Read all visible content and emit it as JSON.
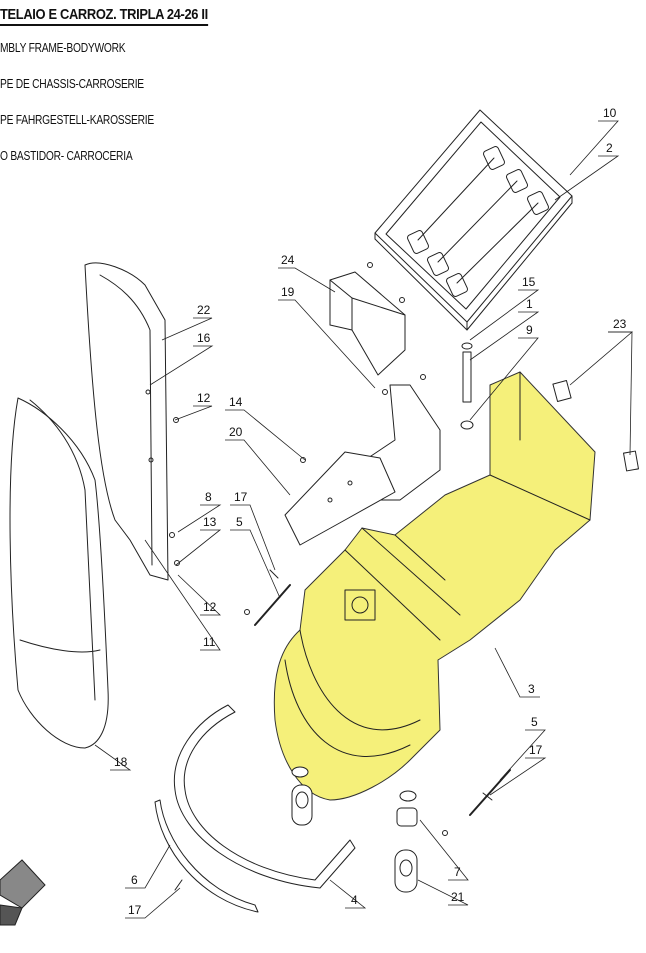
{
  "header": {
    "title": "TELAIO E CARROZ. TRIPLA 24-26 II",
    "lines": [
      "MBLY FRAME-BODYWORK",
      "PE DE CHASSIS-CARROSERIE",
      "PE FAHRGESTELL-KAROSSERIE",
      "O BASTIDOR- CARROCERIA"
    ]
  },
  "highlight_color": "#f5f07a",
  "callouts": [
    {
      "id": "c10",
      "num": "10"
    },
    {
      "id": "c2",
      "num": "2"
    },
    {
      "id": "c24",
      "num": "24"
    },
    {
      "id": "c19",
      "num": "19"
    },
    {
      "id": "c15",
      "num": "15"
    },
    {
      "id": "c1",
      "num": "1"
    },
    {
      "id": "c9",
      "num": "9"
    },
    {
      "id": "c23",
      "num": "23"
    },
    {
      "id": "c22",
      "num": "22"
    },
    {
      "id": "c16",
      "num": "16"
    },
    {
      "id": "c12a",
      "num": "12"
    },
    {
      "id": "c14",
      "num": "14"
    },
    {
      "id": "c20",
      "num": "20"
    },
    {
      "id": "c8",
      "num": "8"
    },
    {
      "id": "c13",
      "num": "13"
    },
    {
      "id": "c17a",
      "num": "17"
    },
    {
      "id": "c5a",
      "num": "5"
    },
    {
      "id": "c12b",
      "num": "12"
    },
    {
      "id": "c11",
      "num": "11"
    },
    {
      "id": "c3",
      "num": "3"
    },
    {
      "id": "c5b",
      "num": "5"
    },
    {
      "id": "c17b",
      "num": "17"
    },
    {
      "id": "c18",
      "num": "18"
    },
    {
      "id": "c7",
      "num": "7"
    },
    {
      "id": "c6",
      "num": "6"
    },
    {
      "id": "c4",
      "num": "4"
    },
    {
      "id": "c21",
      "num": "21"
    },
    {
      "id": "c17c",
      "num": "17"
    }
  ]
}
